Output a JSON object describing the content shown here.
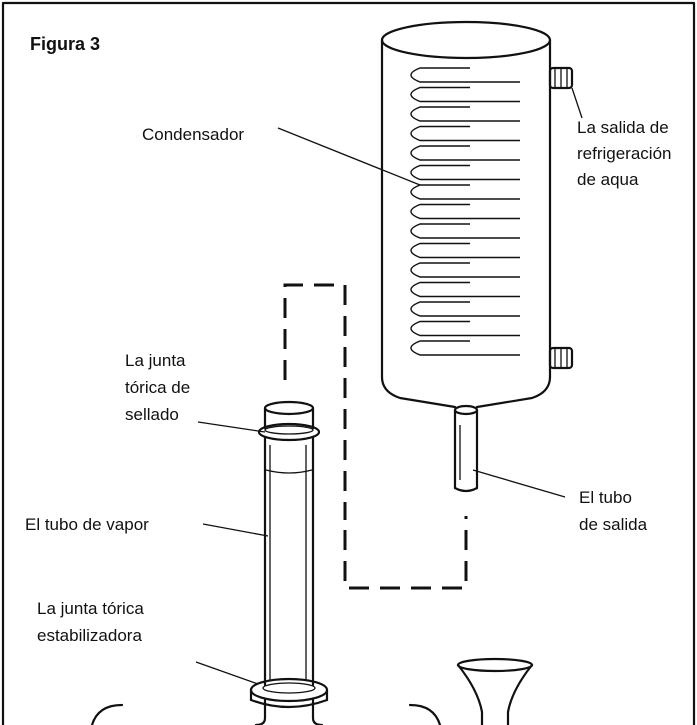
{
  "figure": {
    "title": "Figura 3",
    "labels": {
      "condenser": "Condensador",
      "water_outlet": [
        "La salida de",
        "refrigeración",
        "de aqua"
      ],
      "sealing_oring": [
        "La junta",
        "tórica de",
        "sellado"
      ],
      "vapor_tube": "El tubo de vapor",
      "stabilizing_oring": [
        "La junta tórica",
        "estabilizadora"
      ],
      "outlet_tube": [
        "El tubo",
        "de salida"
      ]
    }
  }
}
